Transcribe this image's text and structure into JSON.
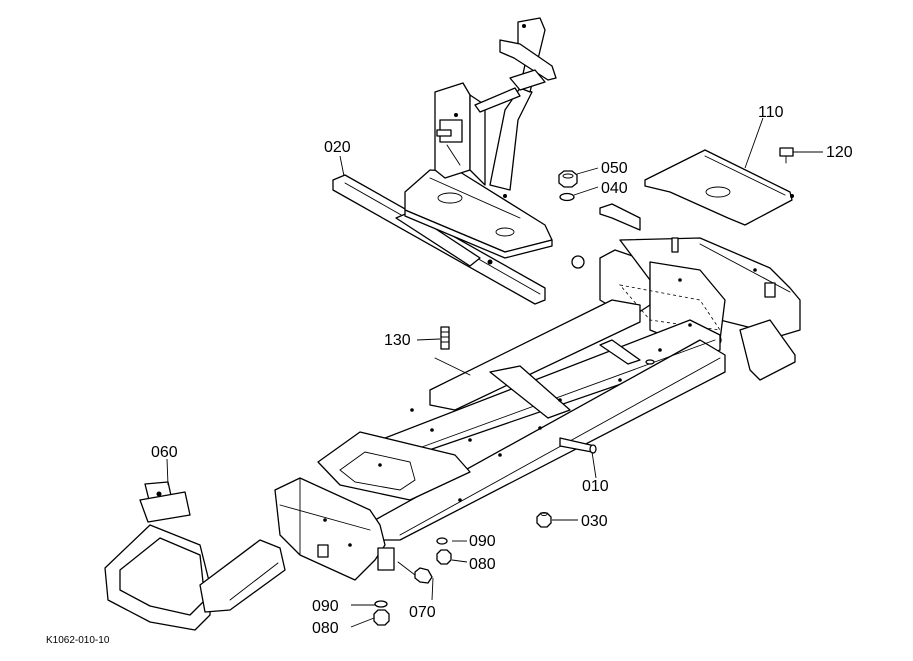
{
  "parts": [
    {
      "key": "p010",
      "number": "010"
    },
    {
      "key": "p020",
      "number": "020"
    },
    {
      "key": "p030",
      "number": "030"
    },
    {
      "key": "p040",
      "number": "040"
    },
    {
      "key": "p050",
      "number": "050"
    },
    {
      "key": "p060",
      "number": "060"
    },
    {
      "key": "p070",
      "number": "070"
    },
    {
      "key": "p080a",
      "number": "080"
    },
    {
      "key": "p080b",
      "number": "080"
    },
    {
      "key": "p090a",
      "number": "090"
    },
    {
      "key": "p090b",
      "number": "090"
    },
    {
      "key": "p110",
      "number": "110"
    },
    {
      "key": "p120",
      "number": "120"
    },
    {
      "key": "p130",
      "number": "130"
    }
  ],
  "reference_code": "K1062-010-10"
}
